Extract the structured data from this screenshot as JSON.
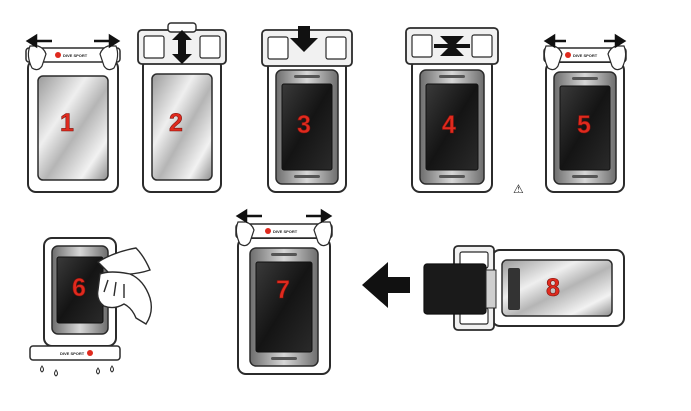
{
  "steps": [
    {
      "number": "1"
    },
    {
      "number": "2"
    },
    {
      "number": "3"
    },
    {
      "number": "4"
    },
    {
      "number": "5"
    },
    {
      "number": "6"
    },
    {
      "number": "7"
    },
    {
      "number": "8"
    }
  ],
  "brand_mark": "DIVE SPORT",
  "warning_symbol": "⚠",
  "colors": {
    "number_red": "#e02a1e",
    "outline": "#2b2b2b",
    "pouch_fill": "#ffffff",
    "screen_dark": "#1c1c1c",
    "mirror_light": "#d9d9d9"
  },
  "icons": [
    "double-arrow-icon",
    "hand-icon",
    "cloth-icon",
    "big-left-arrow-icon",
    "warning-icon",
    "phone-icon",
    "clip-icon"
  ]
}
